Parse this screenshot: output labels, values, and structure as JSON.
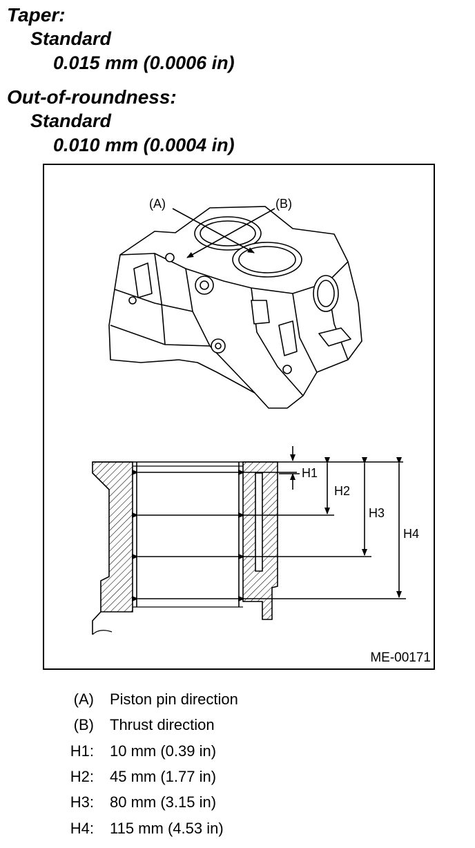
{
  "taper": {
    "heading": "Taper:",
    "label": "Standard",
    "value": "0.015 mm (0.0006 in)"
  },
  "out_of_roundness": {
    "heading": "Out-of-roundness:",
    "label": "Standard",
    "value": "0.010 mm (0.0004 in)"
  },
  "figure": {
    "callout_a": "(A)",
    "callout_b": "(B)",
    "dim_h1": "H1",
    "dim_h2": "H2",
    "dim_h3": "H3",
    "dim_h4": "H4",
    "figure_id": "ME-00171"
  },
  "legend": [
    {
      "key": "(A)",
      "text": "Piston pin direction"
    },
    {
      "key": "(B)",
      "text": "Thrust direction"
    },
    {
      "key": "H1:",
      "text": "10 mm (0.39 in)"
    },
    {
      "key": "H2:",
      "text": "45 mm (1.77 in)"
    },
    {
      "key": "H3:",
      "text": "80 mm (3.15 in)"
    },
    {
      "key": "H4:",
      "text": "115 mm (4.53 in)"
    }
  ]
}
